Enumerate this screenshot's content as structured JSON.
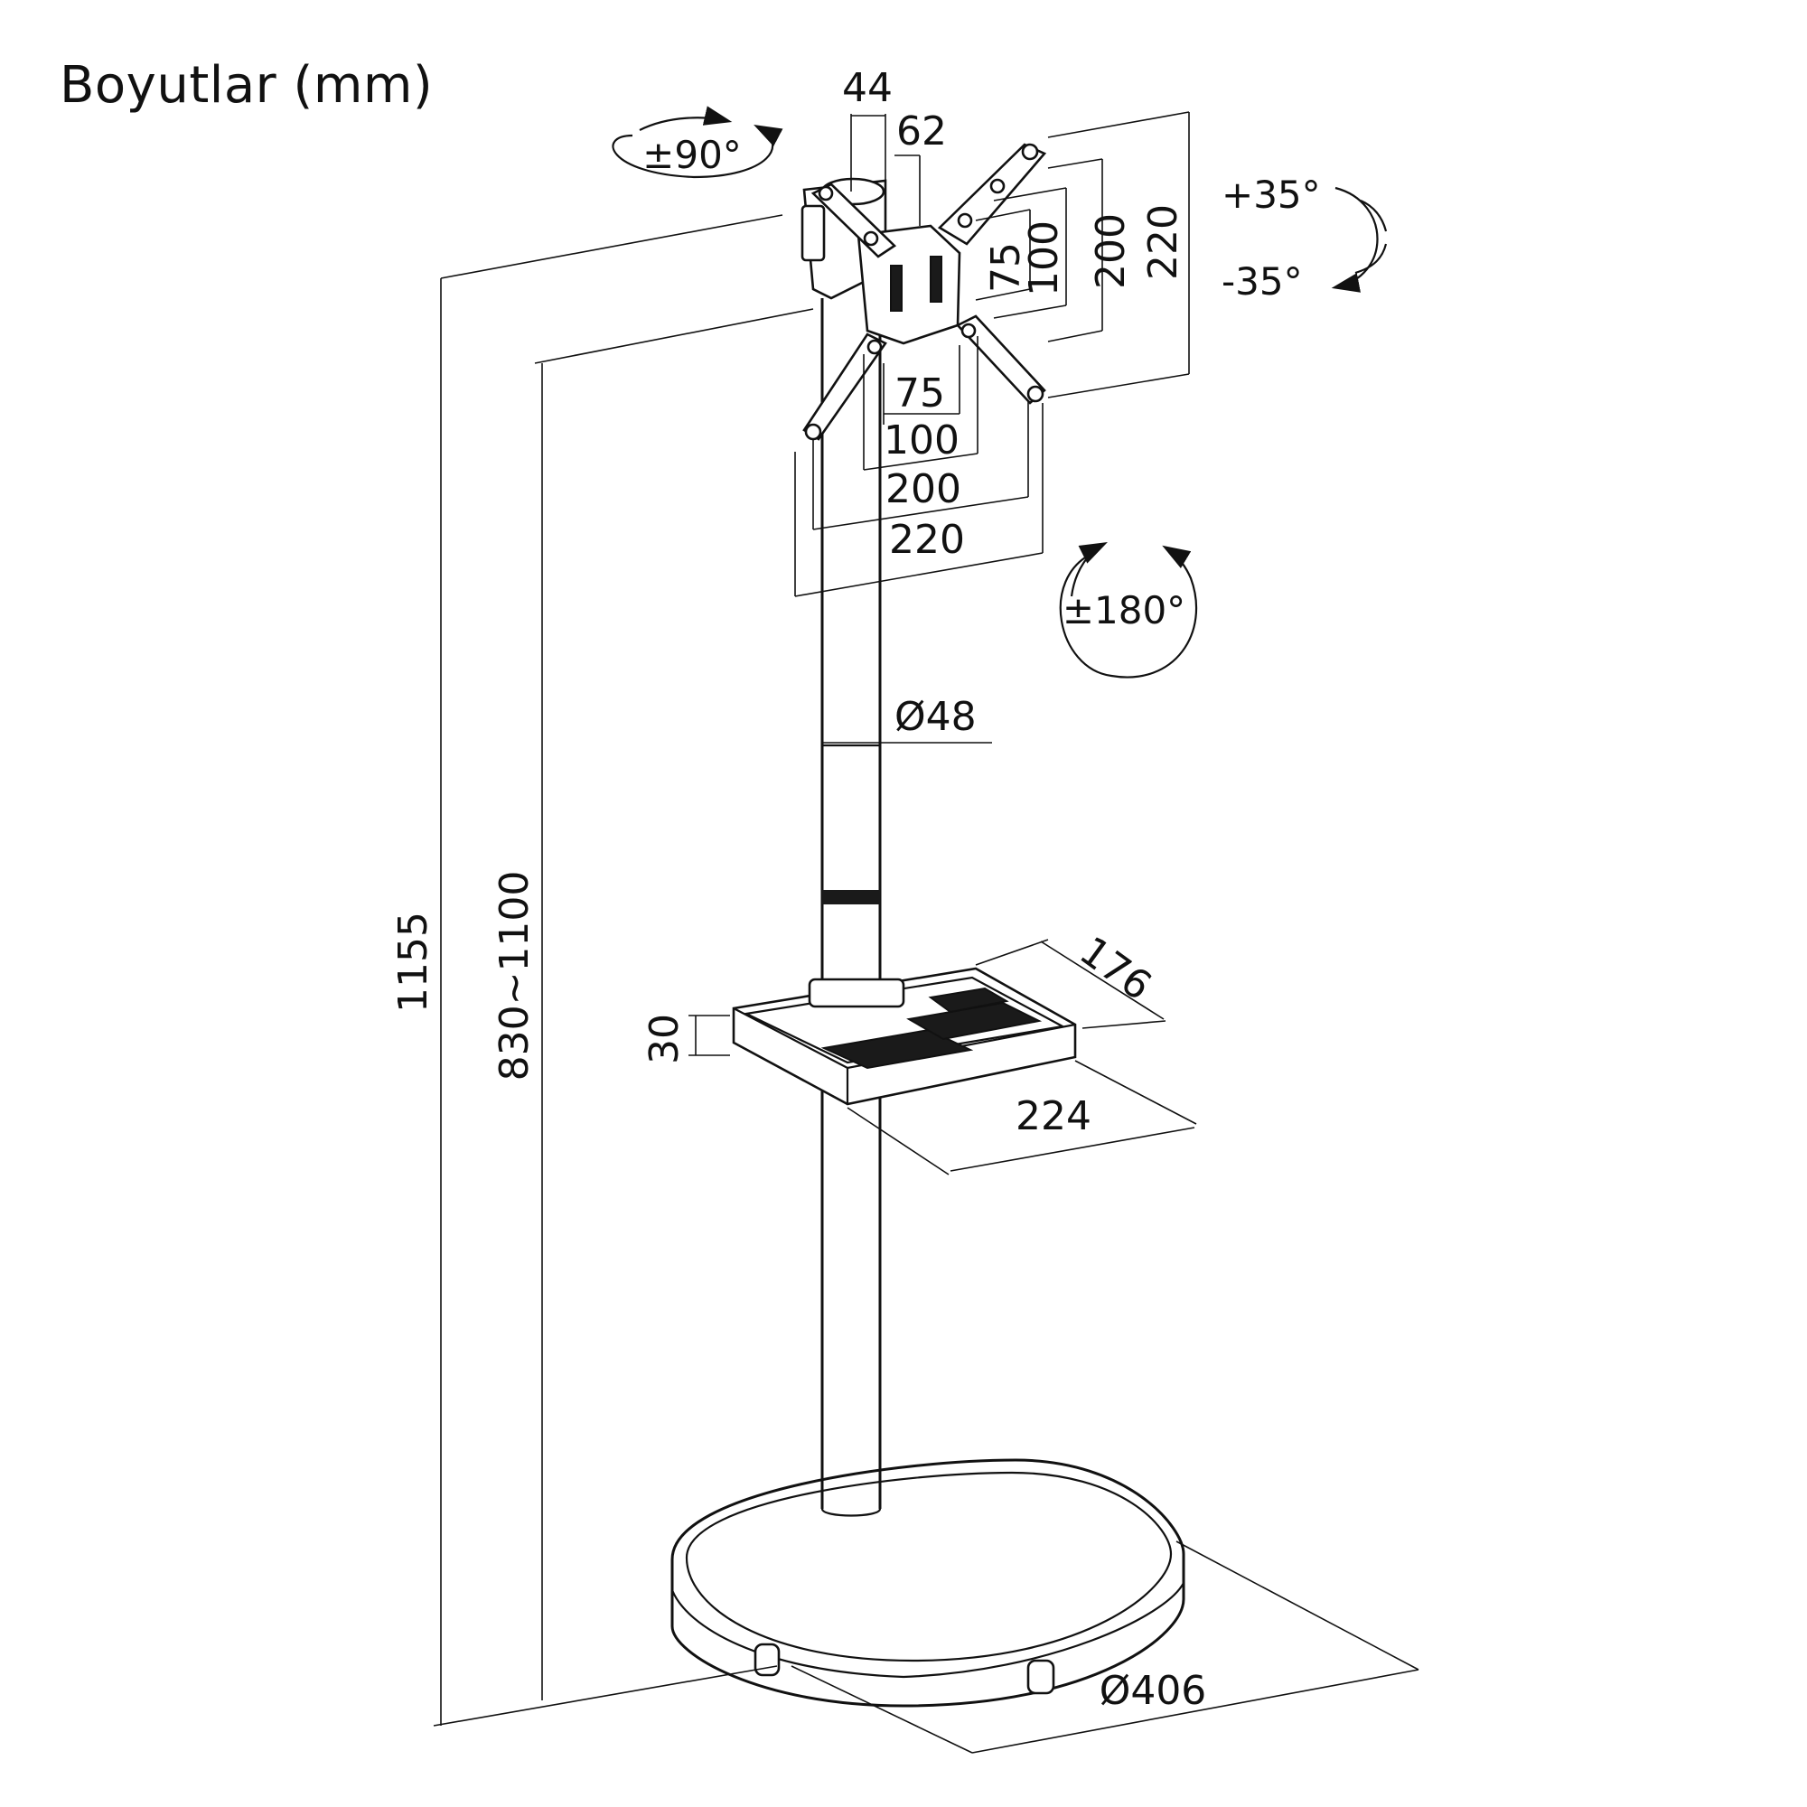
{
  "title": "Boyutlar (mm)",
  "dimensions": {
    "tilt_pivot_width": "44",
    "tilt_pivot_offset": "62",
    "vesa_h_75": "75",
    "vesa_h_100": "100",
    "vesa_h_200": "200",
    "vesa_h_220": "220",
    "vesa_v_75": "75",
    "vesa_v_100": "100",
    "vesa_v_200": "200",
    "vesa_v_220": "220",
    "pole_diameter": "Ø48",
    "total_height": "1155",
    "mount_height_range": "830~1100",
    "shelf_height": "30",
    "shelf_depth": "176",
    "shelf_width": "224",
    "base_diameter": "Ø406"
  },
  "angles": {
    "rotation": "±90°",
    "tilt_up": "+35°",
    "tilt_down": "-35°",
    "swivel": "±180°"
  }
}
